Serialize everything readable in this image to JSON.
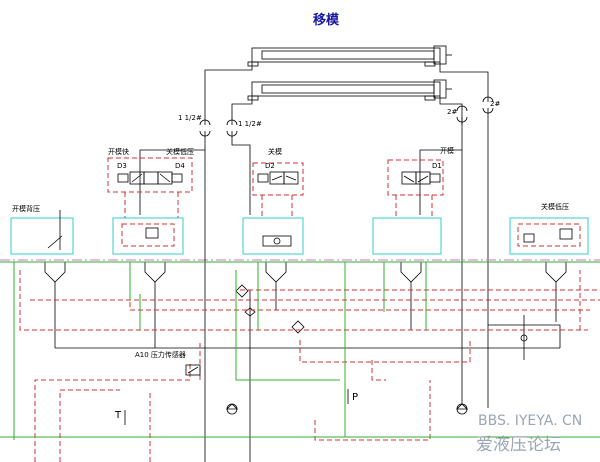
{
  "title": "移模",
  "labels": {
    "pipe_left_1": "1 1/2#",
    "pipe_left_2": "1 1/2#",
    "pipe_right_1": "2#",
    "pipe_right_2": "2#",
    "open_mold_fast": "开模快",
    "close_mold_low": "关模低压",
    "open_mold_back": "开模背压",
    "close_mold": "关模",
    "open_mold": "开模",
    "close_mold_low2": "关模低压",
    "d3": "D3",
    "d4": "D4",
    "d2": "D2",
    "d1": "D1",
    "sensor": "A10 压力传感器",
    "tank": "T",
    "pressure": "P"
  },
  "watermark": {
    "url": "BBS. IYEYA. CN",
    "name": "爱液压论坛"
  }
}
